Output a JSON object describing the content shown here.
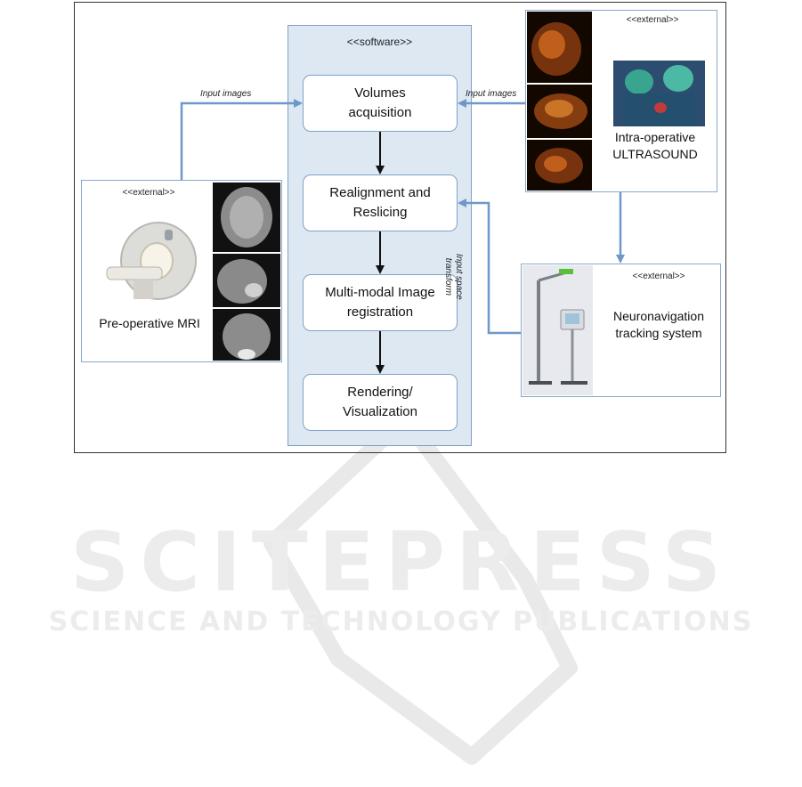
{
  "watermark": {
    "title": "SCITEPRESS",
    "subtitle": "SCIENCE AND TECHNOLOGY PUBLICATIONS"
  },
  "software": {
    "stereotype": "<<software>>",
    "steps": [
      "Volumes\nacquisition",
      "Realignment and\nReslicing",
      "Multi-modal Image\nregistration",
      "Rendering/\nVisualization"
    ]
  },
  "mri": {
    "stereotype": "<<external>>",
    "label": "Pre-operative MRI"
  },
  "ultrasound": {
    "stereotype": "<<external>>",
    "label": "Intra-operative\nULTRASOUND"
  },
  "tracking": {
    "stereotype": "<<external>>",
    "label": "Neuronavigation\ntracking system"
  },
  "edges": {
    "mri_to_acq": "Input images",
    "us_to_acq": "Input images",
    "tracking_to_realign": "Input space\ntransform"
  },
  "colors": {
    "software_fill": "#dde8f3",
    "connector": "#6f98c8",
    "flow_arrow": "#111111"
  }
}
